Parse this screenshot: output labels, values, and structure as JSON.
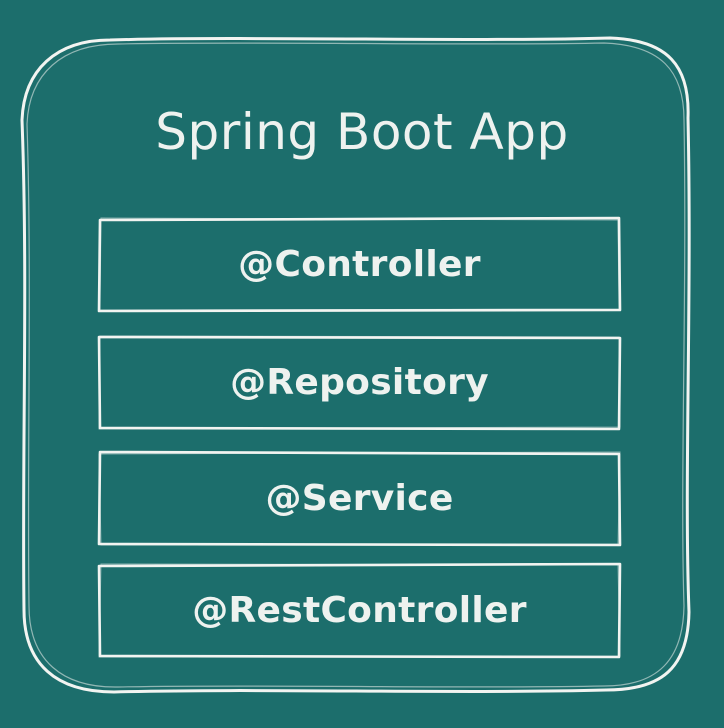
{
  "diagram": {
    "title": "Spring Boot App",
    "stroke_color": "#f2f4f1",
    "background_color": "#1c6e6c",
    "layers": [
      {
        "label": "@Controller"
      },
      {
        "label": "@Repository"
      },
      {
        "label": "@Service"
      },
      {
        "label": "@RestController"
      }
    ]
  }
}
